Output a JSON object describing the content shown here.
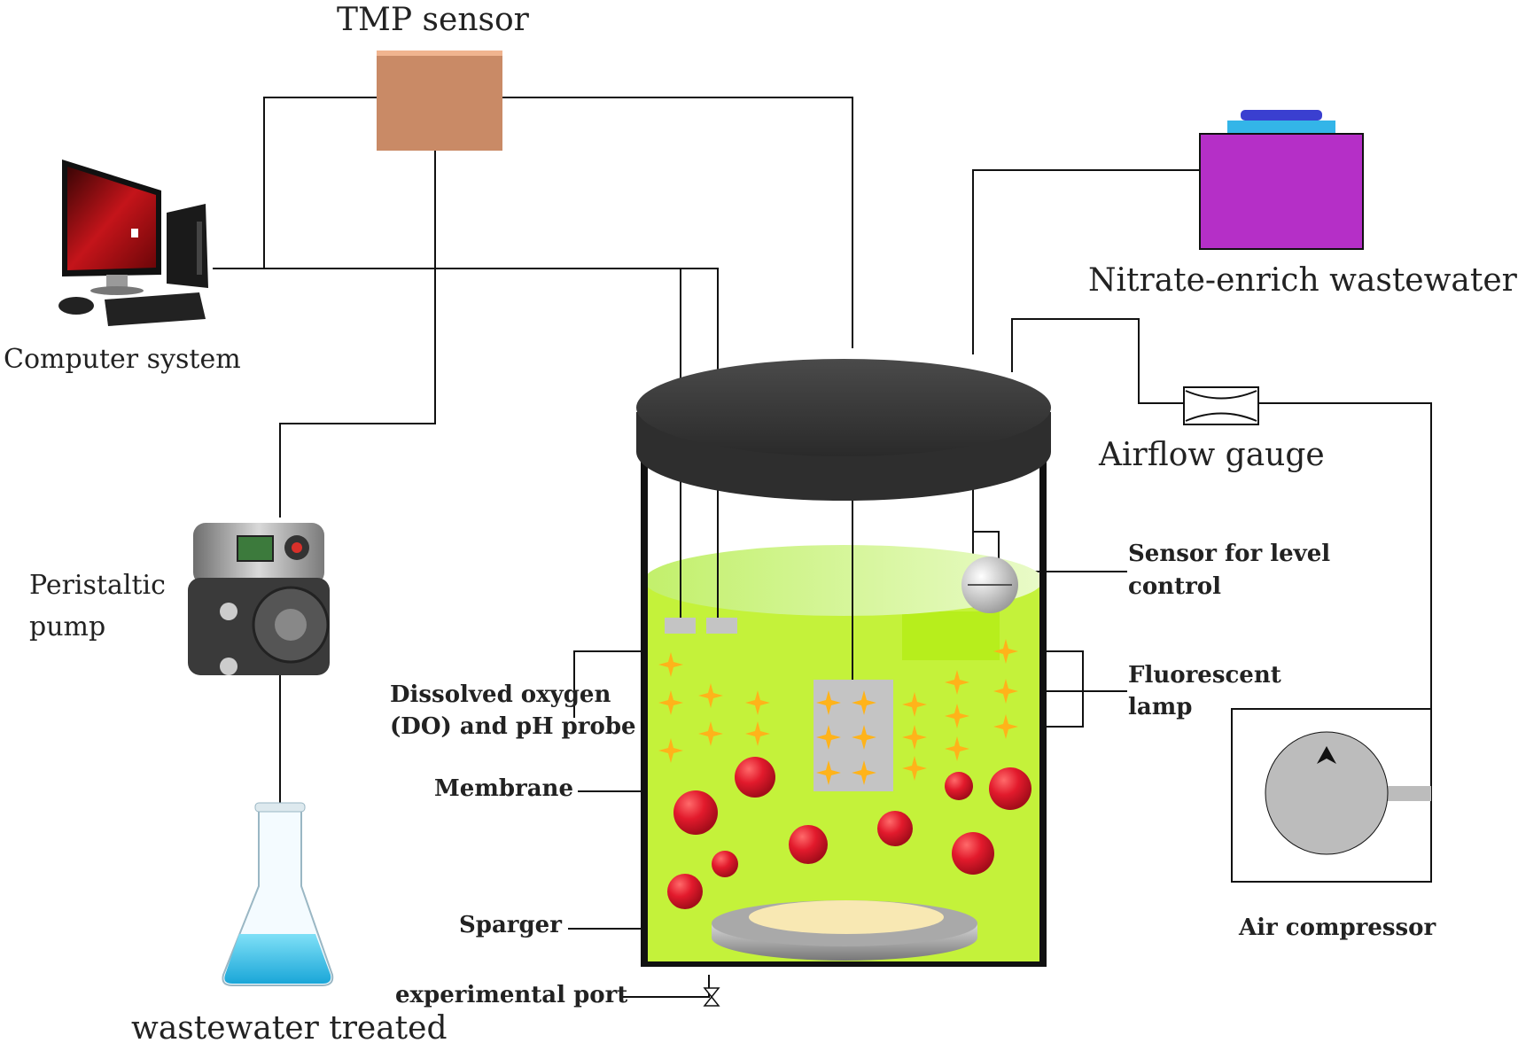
{
  "labels": {
    "tmp_sensor": "TMP sensor",
    "computer_system": "Computer system",
    "nitrate_wastewater": "Nitrate-enrich wastewater",
    "airflow_gauge": "Airflow gauge",
    "level_sensor_line1": "Sensor for level",
    "level_sensor_line2": "control",
    "fluorescent_line1": "Fluorescent",
    "fluorescent_line2": "lamp",
    "peristaltic_line1": "Peristaltic",
    "peristaltic_line2": "pump",
    "do_probe_line1": "Dissolved oxygen",
    "do_probe_line2": "(DO) and pH probe",
    "membrane": "Membrane",
    "sparger": "Sparger",
    "experimental_port": "experimental port",
    "air_compressor": "Air compressor",
    "wastewater_treated": "wastewater treated"
  },
  "colors": {
    "tmp_box": "#c98a66",
    "reactor_lid": "#3b3b3b",
    "liquid": "#c4f23a",
    "liquid_surface": "#d6f89a",
    "bubble": "#d9142a",
    "lamp_star": "#ffb31a",
    "membrane": "#c4c4c4",
    "wastewater_tank": "#b52fc7",
    "tank_cap": "#33b5e8",
    "flask_liquid": "#3fc3ea"
  },
  "icons": {
    "computer": "desktop-computer-icon",
    "pump": "peristaltic-pump-icon",
    "flask": "erlenmeyer-flask-icon",
    "compressor": "air-compressor-icon",
    "gauge": "airflow-gauge-icon",
    "float": "level-float-icon",
    "valve": "valve-icon"
  }
}
